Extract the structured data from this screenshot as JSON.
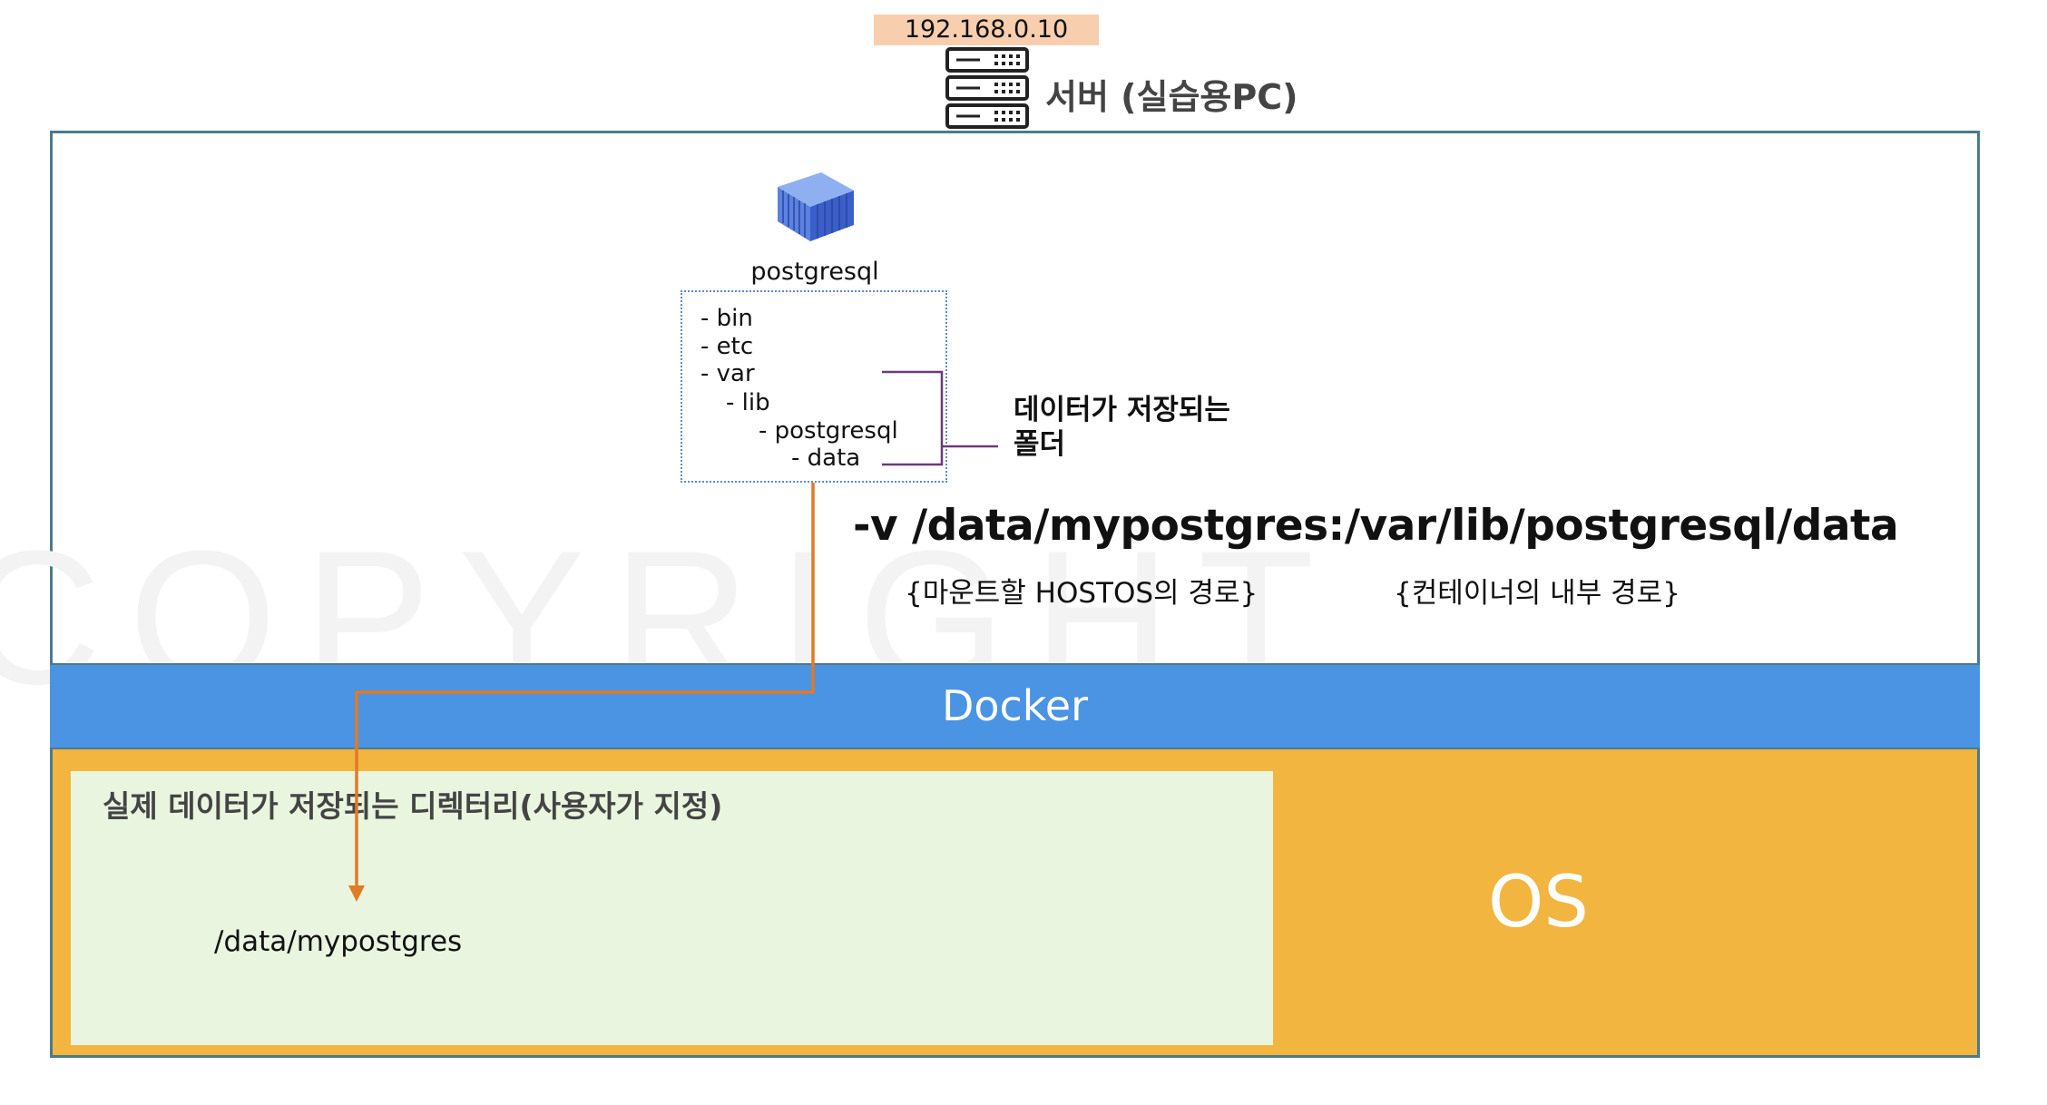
{
  "server": {
    "ip": "192.168.0.10",
    "label": "서버 (실습용PC)",
    "icon": "server-rack-icon"
  },
  "watermark": "COPYRIGHT",
  "container": {
    "icon": "shipping-container-icon",
    "name": "postgresql",
    "filesystem": [
      "- bin",
      "- etc",
      "- var",
      "- lib",
      "- postgresql",
      "- data"
    ],
    "data_folder_label_line1": "데이터가 저장되는",
    "data_folder_label_line2": "폴더"
  },
  "command": {
    "text": "-v /data/mypostgres:/var/lib/postgresql/data",
    "host_path_label": "{마운트할 HOSTOS의 경로}",
    "container_path_label": "{컨테이너의 내부 경로}"
  },
  "docker": {
    "label": "Docker",
    "color": "#4b93e3"
  },
  "os": {
    "label": "OS",
    "color": "#f2b53f",
    "user_dir_title": "실제 데이터가 저장되는 디렉터리(사용자가 지정)",
    "host_path": "/data/mypostgres"
  },
  "colors": {
    "arrow": "#e07b27",
    "bracket": "#6a3a7a",
    "frame": "#4a7a8c",
    "ip_bg": "#f8cfae",
    "user_dir_bg": "#e9f5df"
  }
}
